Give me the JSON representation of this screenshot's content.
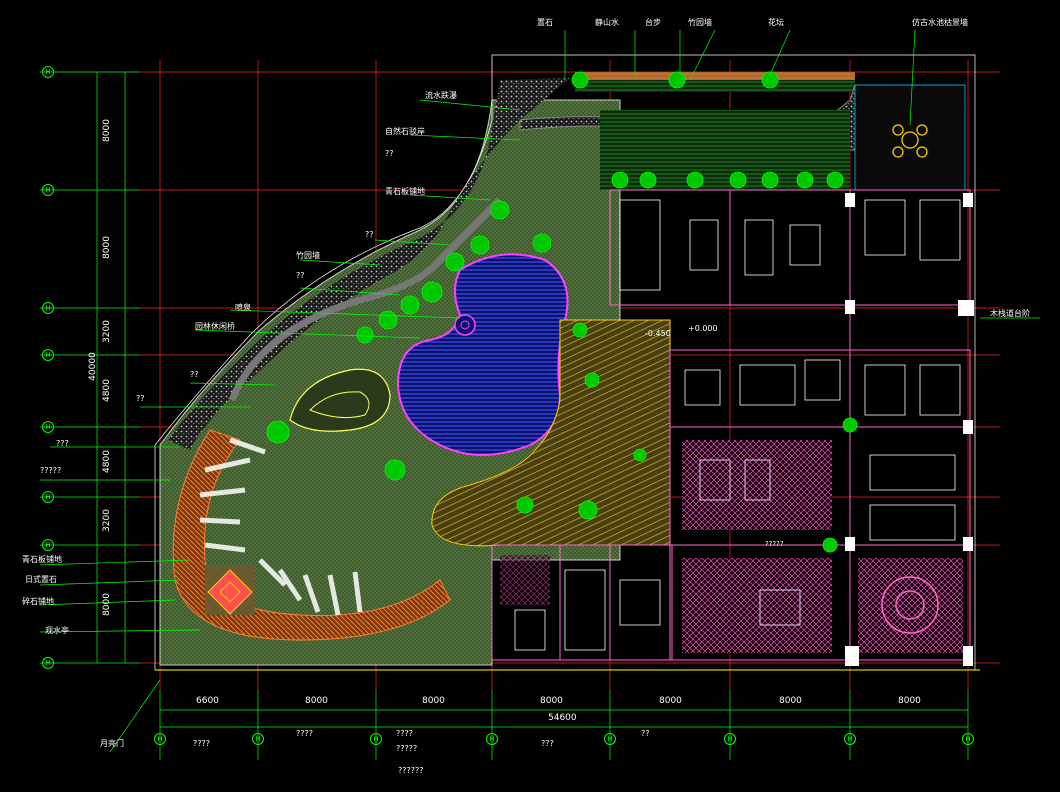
{
  "colors": {
    "background": "#000000",
    "grid": "#ff2020",
    "dimension": "#00ff00",
    "building": "#ff66cc",
    "water": "#3040ff",
    "lawn": "#4a6b3a",
    "deck": "#d8c040",
    "path": "#e07020",
    "gravel": "#bbbbbb",
    "tree": "#00ee00",
    "text": "#ffffff"
  },
  "labels": {
    "top_1": "置石",
    "top_2": "静山水",
    "top_3": "台步",
    "top_4": "竹园墙",
    "top_5": "花坛",
    "top_6": "仿古水池枯景墙",
    "left_1": "流水跌瀑",
    "left_2": "自然石驳岸",
    "left_3": "??",
    "left_4": "青石板铺地",
    "left_5": "??",
    "left_6": "竹园墙",
    "left_7": "??",
    "left_8": "喷泉",
    "left_9": "园林休闲桥",
    "left_10": "??",
    "left_11": "??",
    "left_12": "???",
    "left_13": "?????",
    "left_14": "青石板铺地",
    "left_15": "日式置石",
    "left_16": "碎石铺地",
    "left_17": "观水亭",
    "right_1": "木栈道台阶",
    "bottom_1": "月亮门",
    "bottom_2": "????",
    "bottom_3": "????",
    "bottom_4": "????",
    "bottom_5": "?????",
    "bottom_6": "??????",
    "bottom_7": "???",
    "bottom_8": "??",
    "elev_1": "+0.000",
    "elev_2": "-0.450",
    "room_mid": "?????"
  },
  "dimensions": {
    "horizontal": [
      "6600",
      "8000",
      "8000",
      "8000",
      "8000",
      "8000",
      "8000"
    ],
    "total_horizontal": "54600",
    "vertical": [
      "8000",
      "8000",
      "3200",
      "4800",
      "4800",
      "3200",
      "8000"
    ],
    "total_vertical": "40000"
  },
  "axis_bubbles": {
    "left": [
      "H",
      "H",
      "H",
      "H",
      "H",
      "H",
      "H",
      "H"
    ],
    "bottom": [
      "H",
      "H",
      "H",
      "H",
      "H",
      "H",
      "H",
      "H"
    ]
  }
}
